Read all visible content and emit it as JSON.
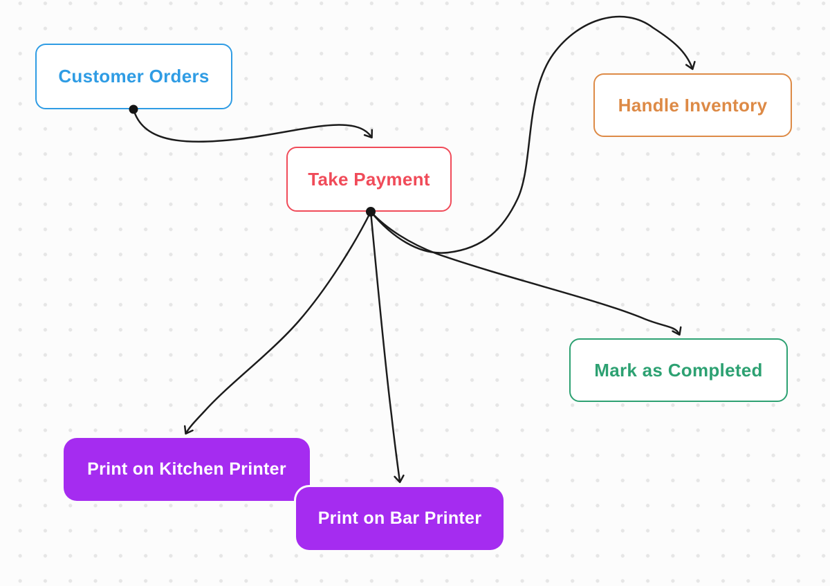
{
  "canvas": {
    "background_color": "#fcfcfc",
    "dot_grid_color": "#e6e6e6"
  },
  "nodes": [
    {
      "id": "customer-orders",
      "label": "Customer Orders",
      "style": "outlined",
      "color": "#2f9ce4"
    },
    {
      "id": "take-payment",
      "label": "Take Payment",
      "style": "outlined",
      "color": "#f04b59"
    },
    {
      "id": "handle-inventory",
      "label": "Handle Inventory",
      "style": "outlined",
      "color": "#dd8a46"
    },
    {
      "id": "mark-as-completed",
      "label": "Mark as Completed",
      "style": "outlined",
      "color": "#2da172"
    },
    {
      "id": "print-kitchen",
      "label": "Print on Kitchen Printer",
      "style": "filled",
      "color": "#a52cf0",
      "text_color": "#ffffff"
    },
    {
      "id": "print-bar",
      "label": "Print on Bar Printer",
      "style": "filled",
      "color": "#a52cf0",
      "text_color": "#ffffff"
    }
  ],
  "edges": [
    {
      "from": "Customer Orders",
      "to": "Take Payment"
    },
    {
      "from": "Take Payment",
      "to": "Handle Inventory"
    },
    {
      "from": "Take Payment",
      "to": "Mark as Completed"
    },
    {
      "from": "Take Payment",
      "to": "Print on Kitchen Printer"
    },
    {
      "from": "Take Payment",
      "to": "Print on Bar Printer"
    }
  ],
  "edge_color": "#1c1c1c"
}
